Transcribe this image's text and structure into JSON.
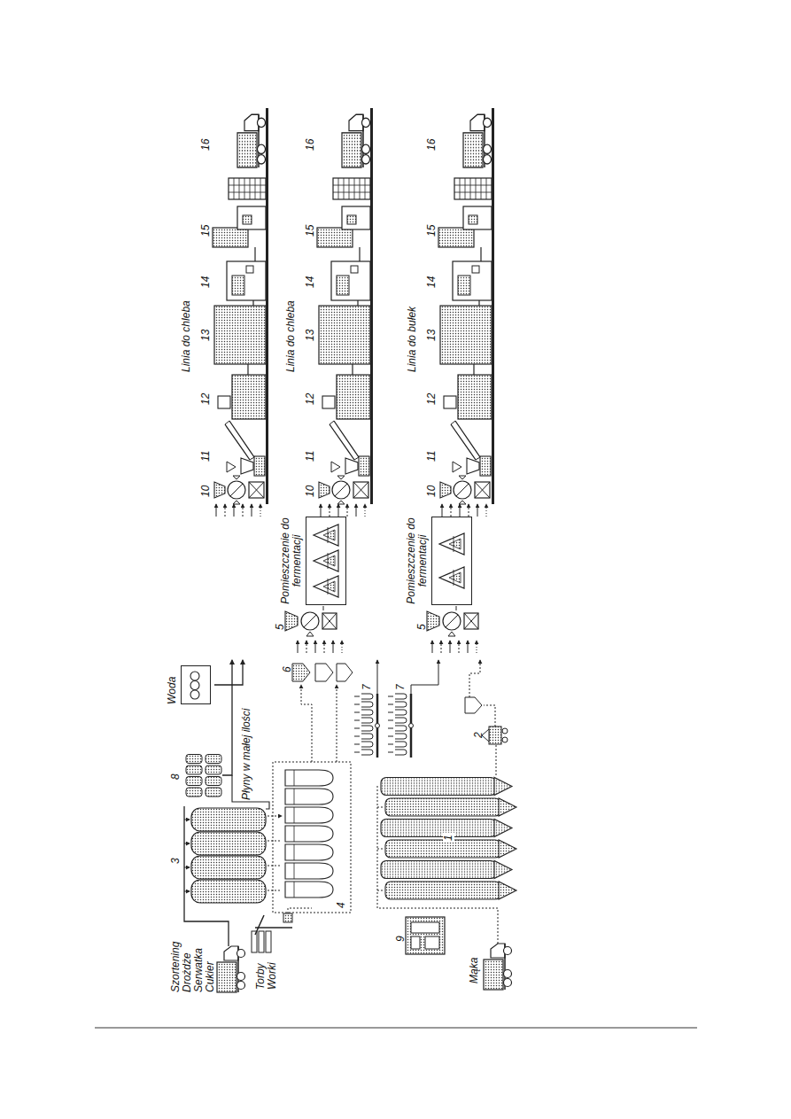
{
  "diagram": {
    "nodes": [
      {
        "text": [
          "Woda"
        ]
      },
      {
        "text": [
          "Pomieszczenie do fermentacji"
        ]
      },
      {
        "text": [
          "Pomieszczenie do fermentacji"
        ]
      }
    ],
    "labels": [
      "Szortening",
      "Drożdże",
      "Serwatka",
      "Cukier",
      "3",
      "8",
      "Płyny w małej ilości",
      "4",
      "6",
      "7",
      "7",
      "Torby",
      "Worki",
      "9",
      "2",
      "1",
      "Mąka",
      "5",
      "5",
      "Linia do chleba",
      "10",
      "11",
      "12",
      "13",
      "14",
      "15",
      "16",
      "Linia do chleba",
      "10",
      "11",
      "12",
      "13",
      "14",
      "15",
      "16",
      "Linia do bułek",
      "10",
      "11",
      "12",
      "13",
      "14",
      "15",
      "16"
    ]
  }
}
